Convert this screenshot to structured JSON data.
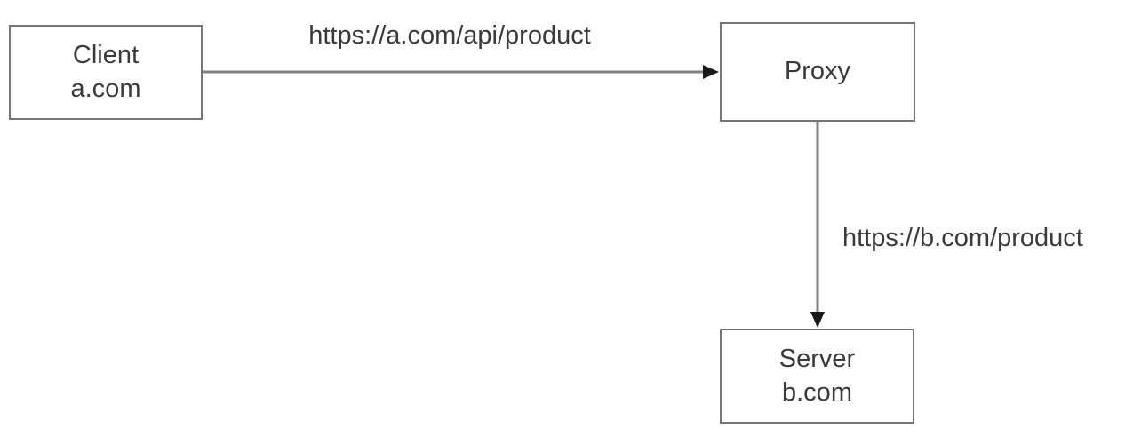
{
  "diagram": {
    "nodes": {
      "client": {
        "title": "Client",
        "subtitle": "a.com"
      },
      "proxy": {
        "title": "Proxy"
      },
      "server": {
        "title": "Server",
        "subtitle": "b.com"
      }
    },
    "edges": {
      "client_to_proxy": {
        "label": "https://a.com/api/product"
      },
      "proxy_to_server": {
        "label": "https://b.com/product"
      }
    },
    "colors": {
      "line": "#808080",
      "arrowhead": "#1a1a1a",
      "box_border": "#757575",
      "text": "#3a3a3a",
      "background": "#ffffff"
    }
  }
}
